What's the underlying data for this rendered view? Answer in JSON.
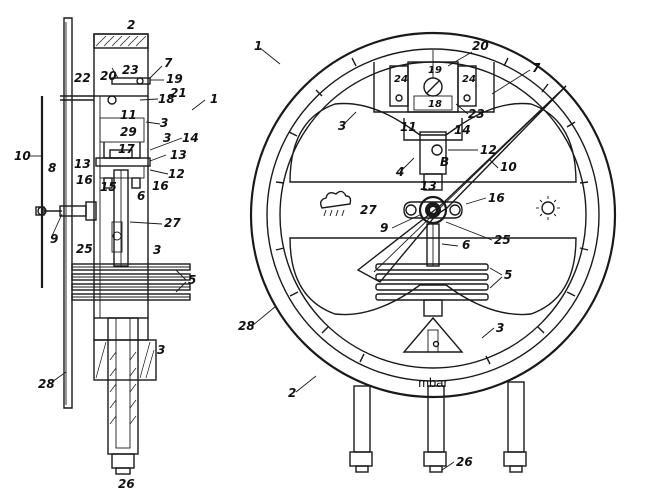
{
  "figure": {
    "dial_unit": "mbar",
    "icons": {
      "rain": "rain-cloud-icon",
      "sun": "sun-icon"
    },
    "side_view_labels": [
      "2",
      "7",
      "20",
      "23",
      "19",
      "22",
      "18",
      "21",
      "1",
      "11",
      "3",
      "29",
      "14",
      "10",
      "8",
      "13",
      "17",
      "13",
      "12",
      "16",
      "15",
      "16",
      "6",
      "9",
      "27",
      "25",
      "3",
      "5",
      "3",
      "28",
      "26"
    ],
    "front_view_labels": [
      "1",
      "20",
      "19",
      "24",
      "24",
      "7",
      "3",
      "18",
      "23",
      "11",
      "14",
      "12",
      "B",
      "4",
      "13",
      "10",
      "27",
      "16",
      "9",
      "25",
      "6",
      "5",
      "28",
      "3",
      "2",
      "26"
    ]
  }
}
